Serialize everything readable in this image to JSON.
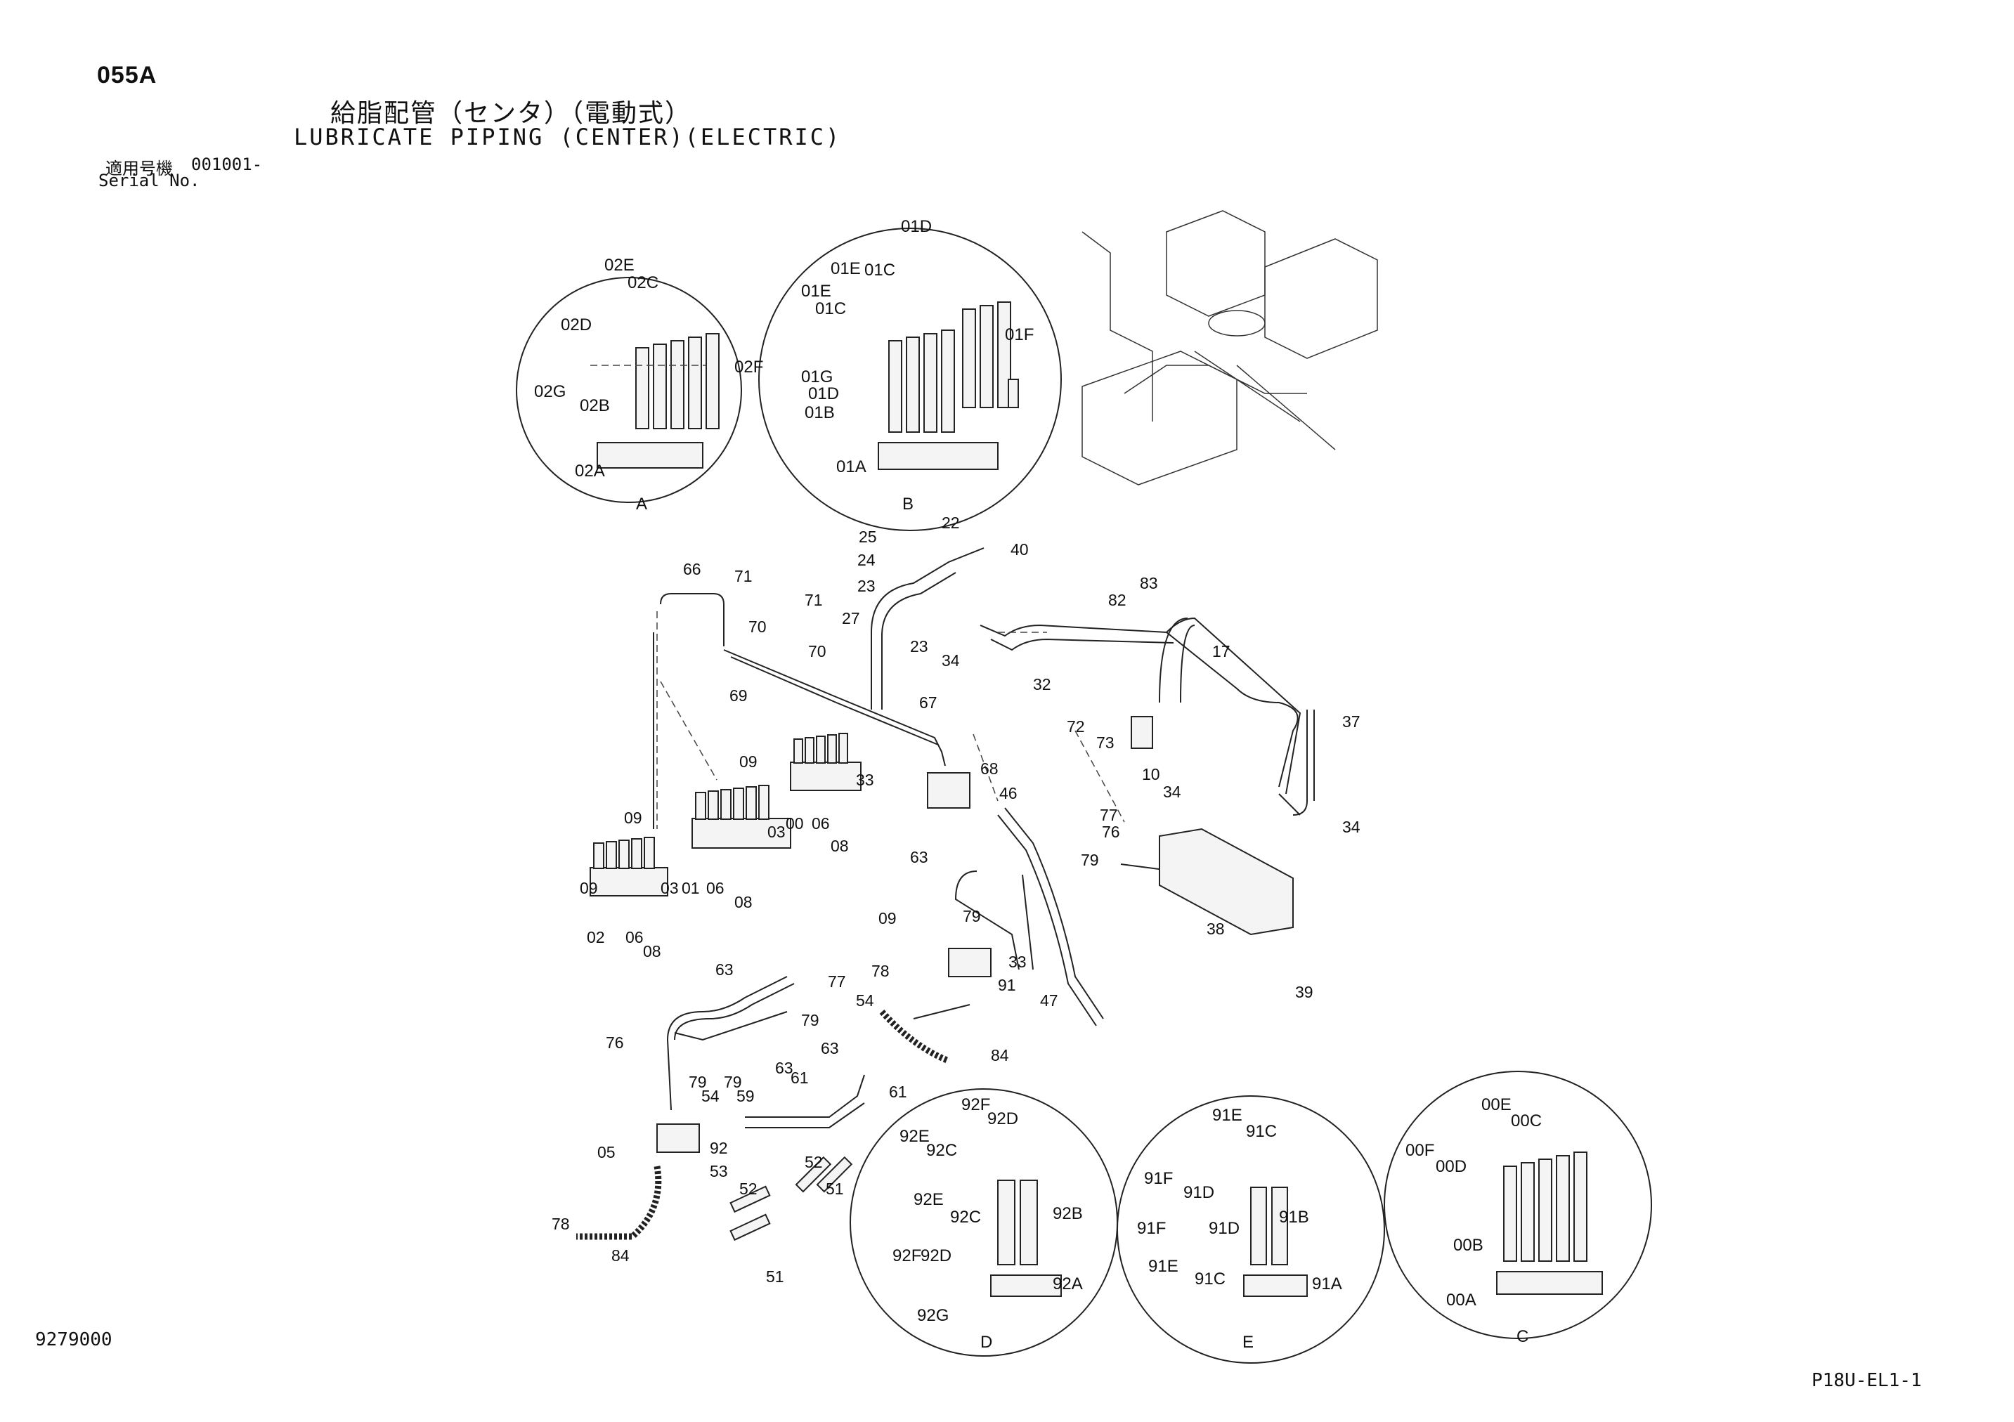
{
  "header": {
    "page_code": "055A",
    "title_ja": "給脂配管（センタ）（電動式）",
    "title_en": "LUBRICATE PIPING (CENTER)(ELECTRIC)",
    "serial_label_ja": "適用号機",
    "serial_value": "001001-",
    "serial_label_en": "Serial No."
  },
  "footer": {
    "doc_number": "9279000",
    "sheet_code": "P18U-EL1-1"
  },
  "detail_views": [
    {
      "id": "A",
      "callouts": [
        "02E",
        "02C",
        "02D",
        "02G",
        "02B",
        "02F",
        "02A"
      ]
    },
    {
      "id": "B",
      "callouts": [
        "01D",
        "01E",
        "01C",
        "01E",
        "01C",
        "01F",
        "01G",
        "01D",
        "01B",
        "01A"
      ]
    },
    {
      "id": "D",
      "callouts": [
        "92F",
        "92D",
        "92E",
        "92C",
        "92E",
        "92C",
        "92B",
        "92F",
        "92D",
        "92A",
        "92G"
      ]
    },
    {
      "id": "E",
      "callouts": [
        "91E",
        "91C",
        "91F",
        "91D",
        "91B",
        "91F",
        "91D",
        "91E",
        "91C",
        "91A"
      ]
    },
    {
      "id": "C",
      "callouts": [
        "00E",
        "00C",
        "00F",
        "00D",
        "00B",
        "00A"
      ]
    }
  ],
  "main_callouts": [
    "25",
    "22",
    "40",
    "24",
    "66",
    "71",
    "71",
    "23",
    "27",
    "23",
    "34",
    "82",
    "83",
    "70",
    "70",
    "32",
    "17",
    "69",
    "67",
    "72",
    "73",
    "37",
    "09",
    "33",
    "68",
    "10",
    "34",
    "46",
    "77",
    "76",
    "34",
    "09",
    "00",
    "03",
    "06",
    "08",
    "79",
    "09",
    "03",
    "01",
    "06",
    "08",
    "63",
    "79",
    "38",
    "09",
    "02",
    "06",
    "08",
    "33",
    "91",
    "39",
    "63",
    "77",
    "78",
    "79",
    "54",
    "47",
    "84",
    "76",
    "79",
    "79",
    "63",
    "63",
    "61",
    "61",
    "54",
    "59",
    "05",
    "92",
    "53",
    "52",
    "78",
    "52",
    "51",
    "84",
    "51"
  ],
  "section_markers": [
    "A",
    "B",
    "C",
    "D",
    "E"
  ]
}
